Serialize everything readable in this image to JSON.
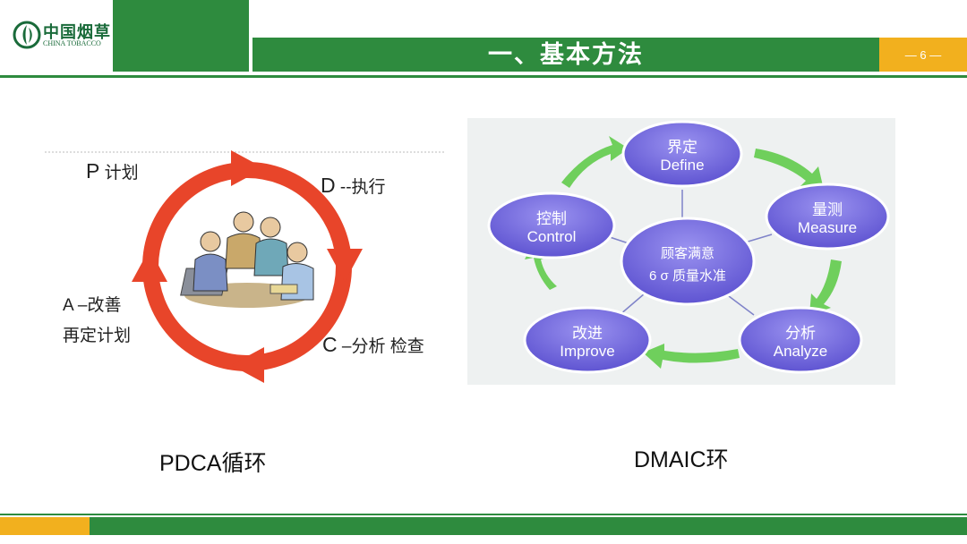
{
  "header": {
    "logo_cn": "中国烟草",
    "logo_en": "CHINA TOBACCO",
    "title": "一、基本方法",
    "page_number": "— 6 —"
  },
  "pdca": {
    "labels": {
      "p": "P",
      "p_text": "计划",
      "d": "D",
      "d_text": "--执行",
      "c": "C",
      "c_text": "–分析 检查",
      "a_line1": "A –改善",
      "a_line2": "再定计划"
    },
    "caption": "PDCA循环"
  },
  "dmaic": {
    "nodes": {
      "define": {
        "cn": "界定",
        "en": "Define"
      },
      "measure": {
        "cn": "量测",
        "en": "Measure"
      },
      "analyze": {
        "cn": "分析",
        "en": "Analyze"
      },
      "improve": {
        "cn": "改进",
        "en": "Improve"
      },
      "control": {
        "cn": "控制",
        "en": "Control"
      },
      "center": {
        "line1": "顾客满意",
        "line2": "6 σ 质量水准"
      }
    },
    "caption": "DMAIC环"
  },
  "colors": {
    "brand_green": "#2e8b3e",
    "accent_orange": "#f2b01e",
    "cycle_red": "#e8452a",
    "node_purple": "#7166dc",
    "arrow_green": "#6fcf5c"
  }
}
